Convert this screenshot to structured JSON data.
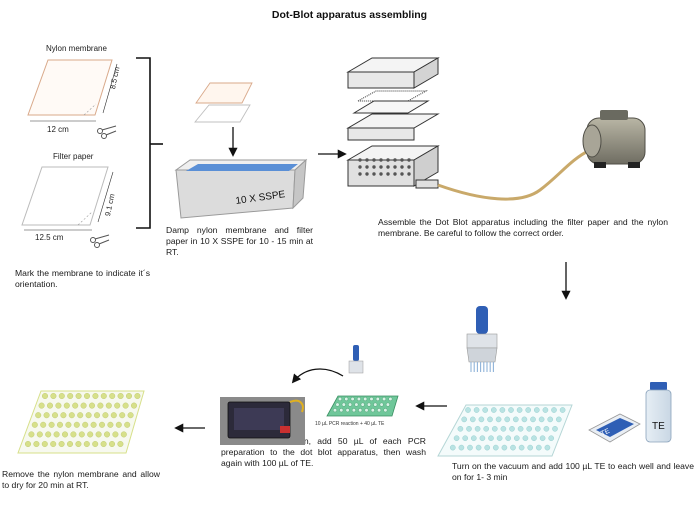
{
  "title": "Dot-Blot apparatus assembling",
  "step1": {
    "nylon_label": "Nylon membrane",
    "nylon_height": "8.5 cm",
    "nylon_width": "12 cm",
    "filter_label": "Filter paper",
    "filter_height": "9.1 cm",
    "filter_width": "12.5  cm",
    "caption": "Mark the membrane to indicate it´s orientation."
  },
  "step2": {
    "tray_label": "10 X SSPE",
    "caption": "Damp nylon membrane and filter paper in 10 X SSPE for 10 - 15 min at RT."
  },
  "step3": {
    "caption": "Assemble the Dot Blot apparatus  including the filter paper and the nylon membrane. Be  careful  to follow the correct  order."
  },
  "step4": {
    "bottle_label": "TE",
    "box_label": "TE",
    "caption": "Turn on the vacuum and add 100 µL TE to each well and leave on for 1- 3 min"
  },
  "step5": {
    "plate_label": "10 µL PCR reaction + 40 µL TE",
    "caption": "With the vacuum on, add 50 µL  of each PCR preparation to the dot blot apparatus, then  wash again with  100 µL of TE."
  },
  "step6": {
    "caption": "Remove the nylon membrane and allow to dry for 20 min  at RT."
  },
  "colors": {
    "membrane_edge": "#d9a98a",
    "liquid": "#5a8fd6",
    "tubing": "#c9a96a",
    "pump_body": "#8c8c7e",
    "well_teal": "#b9e3e3",
    "dot_green": "#d7e08a",
    "pipette_blue": "#2f5fb5"
  }
}
